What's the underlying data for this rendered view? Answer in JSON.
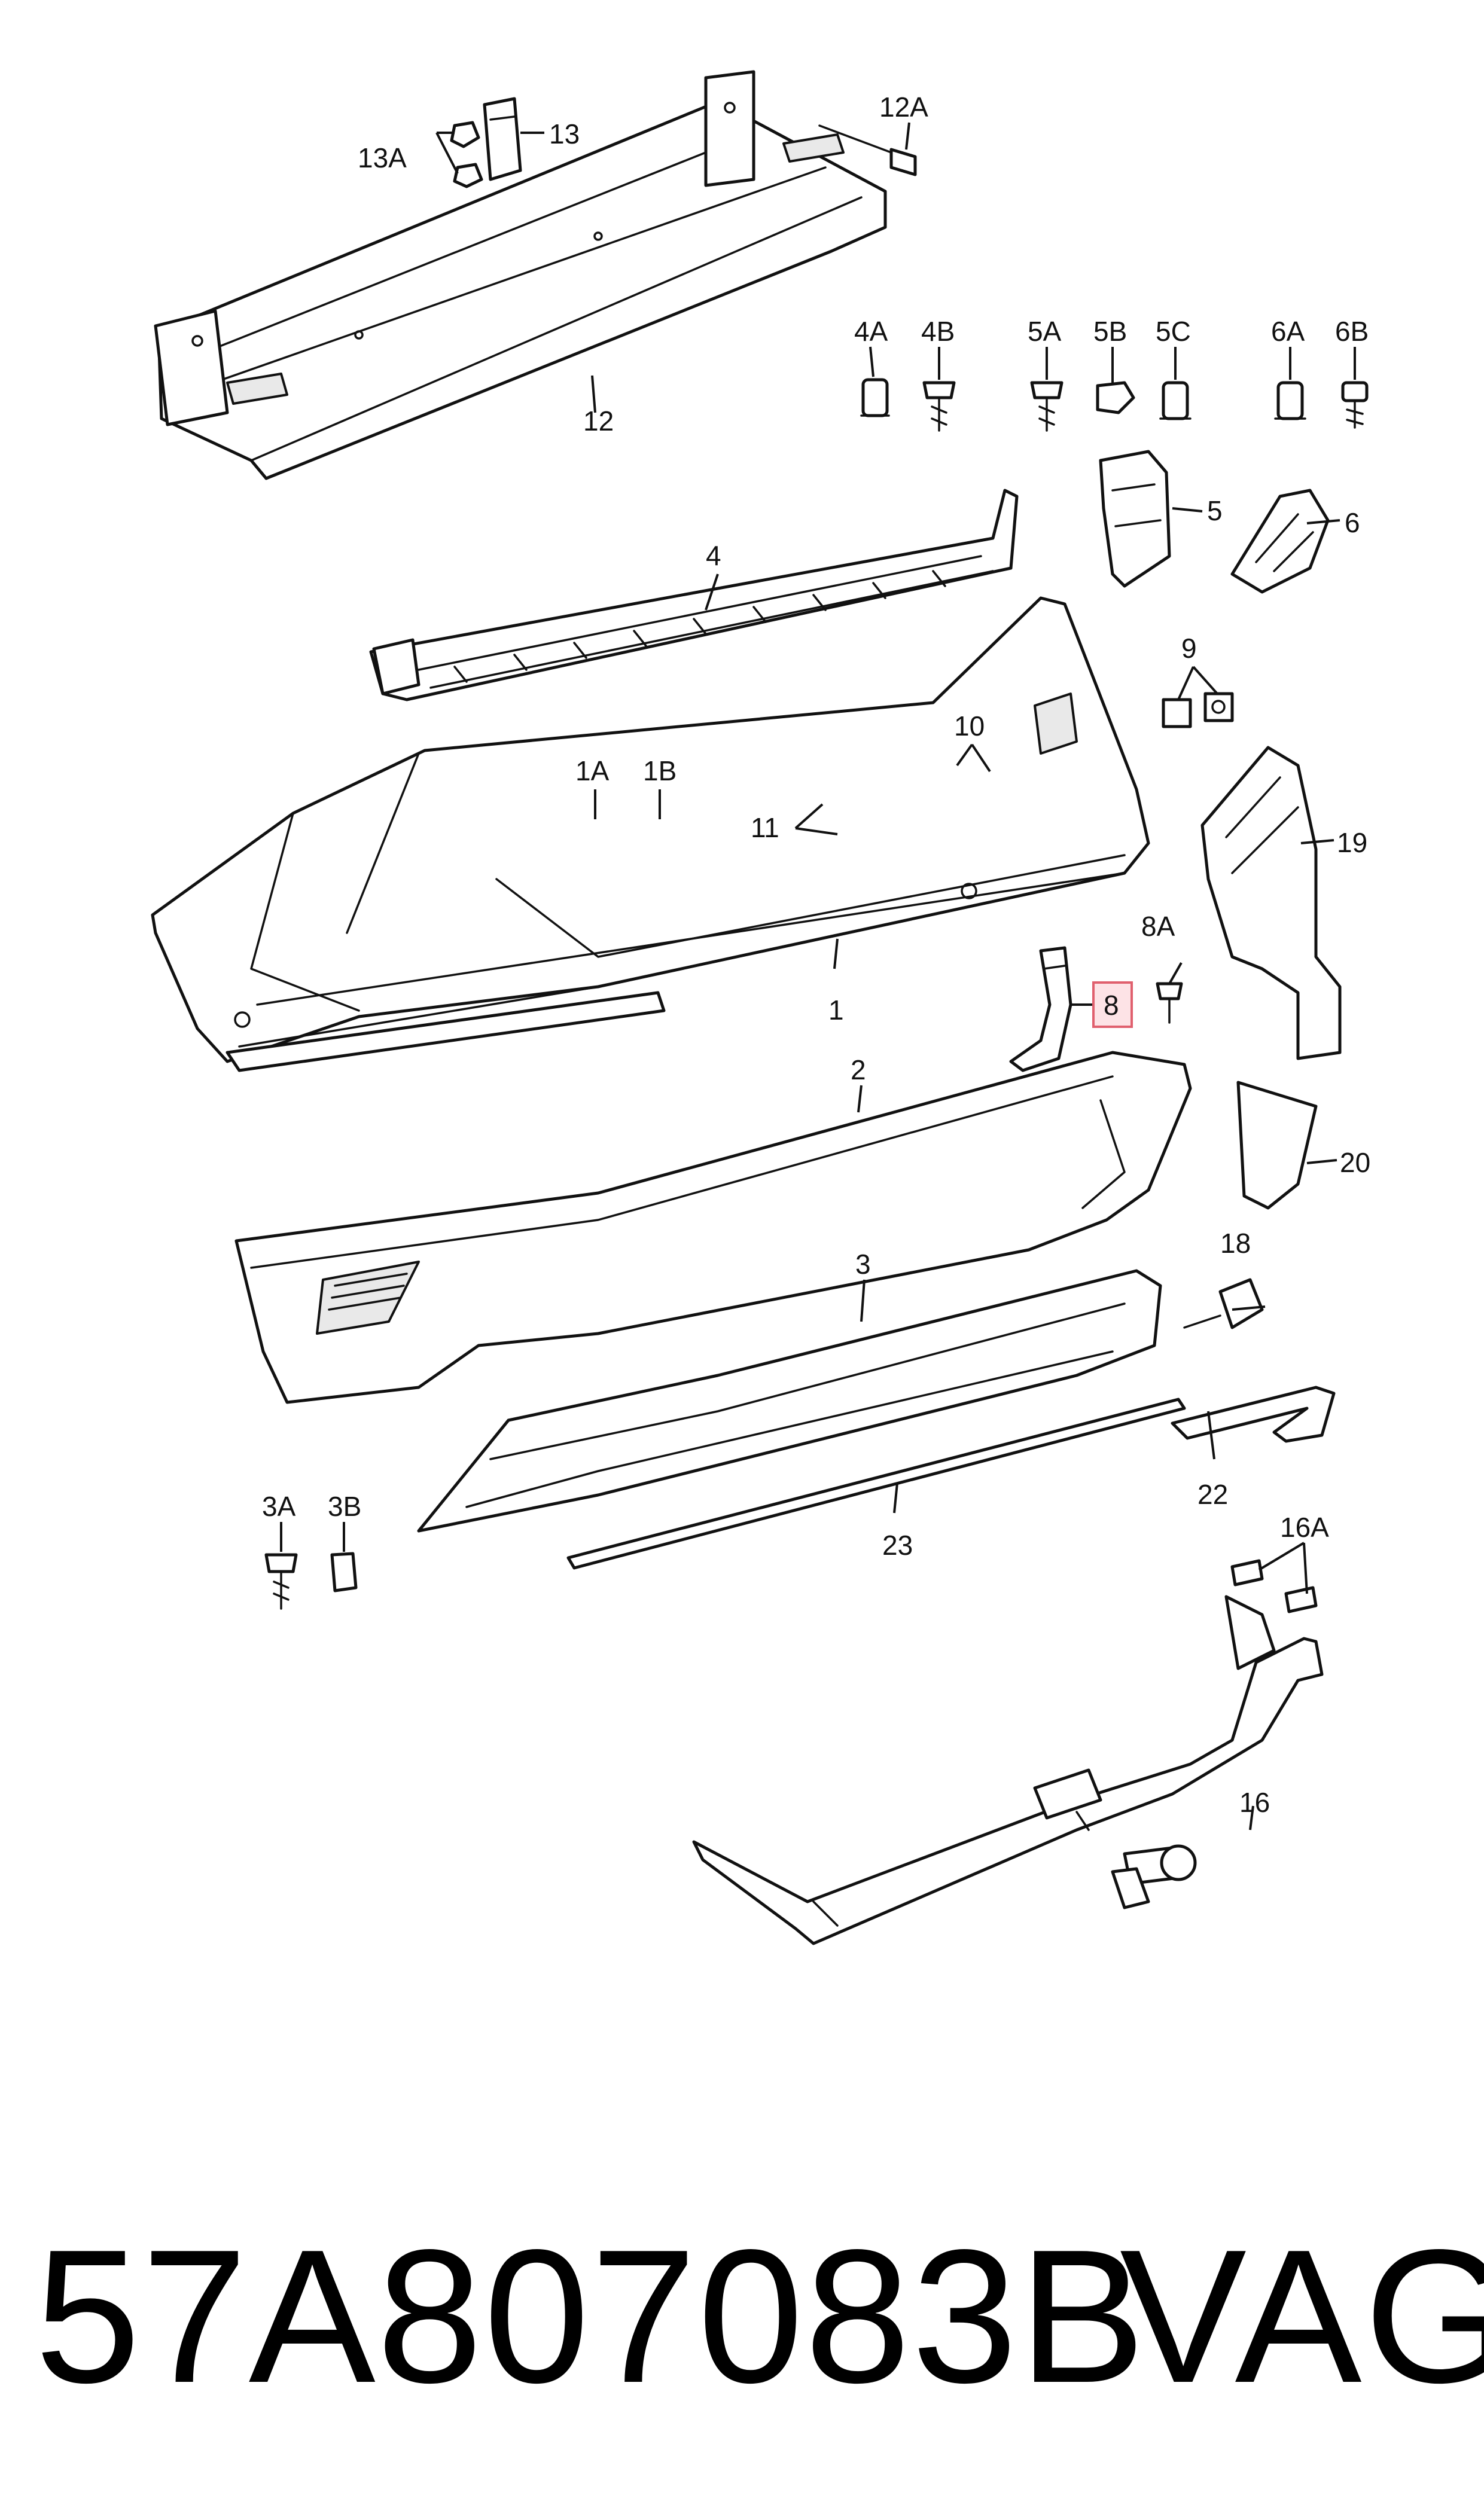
{
  "callouts": {
    "c1": "1",
    "c1A": "1A",
    "c1B": "1B",
    "c2": "2",
    "c3": "3",
    "c3A": "3A",
    "c3B": "3B",
    "c4": "4",
    "c4A": "4A",
    "c4B": "4B",
    "c5": "5",
    "c5A": "5A",
    "c5B": "5B",
    "c5C": "5C",
    "c6": "6",
    "c6A": "6A",
    "c6B": "6B",
    "c8": "8",
    "c8A": "8A",
    "c9": "9",
    "c10": "10",
    "c11": "11",
    "c12": "12",
    "c12A": "12A",
    "c13": "13",
    "c13A": "13A",
    "c16": "16",
    "c16A": "16A",
    "c18": "18",
    "c19": "19",
    "c20": "20",
    "c22": "22",
    "c23": "23"
  },
  "highlighted_callout": "8",
  "colors": {
    "highlight_fill": "#fde3e6",
    "highlight_stroke": "#e0606e",
    "line": "#111111"
  },
  "footer": {
    "part_number": "57A807083B",
    "brand": "VAG"
  }
}
